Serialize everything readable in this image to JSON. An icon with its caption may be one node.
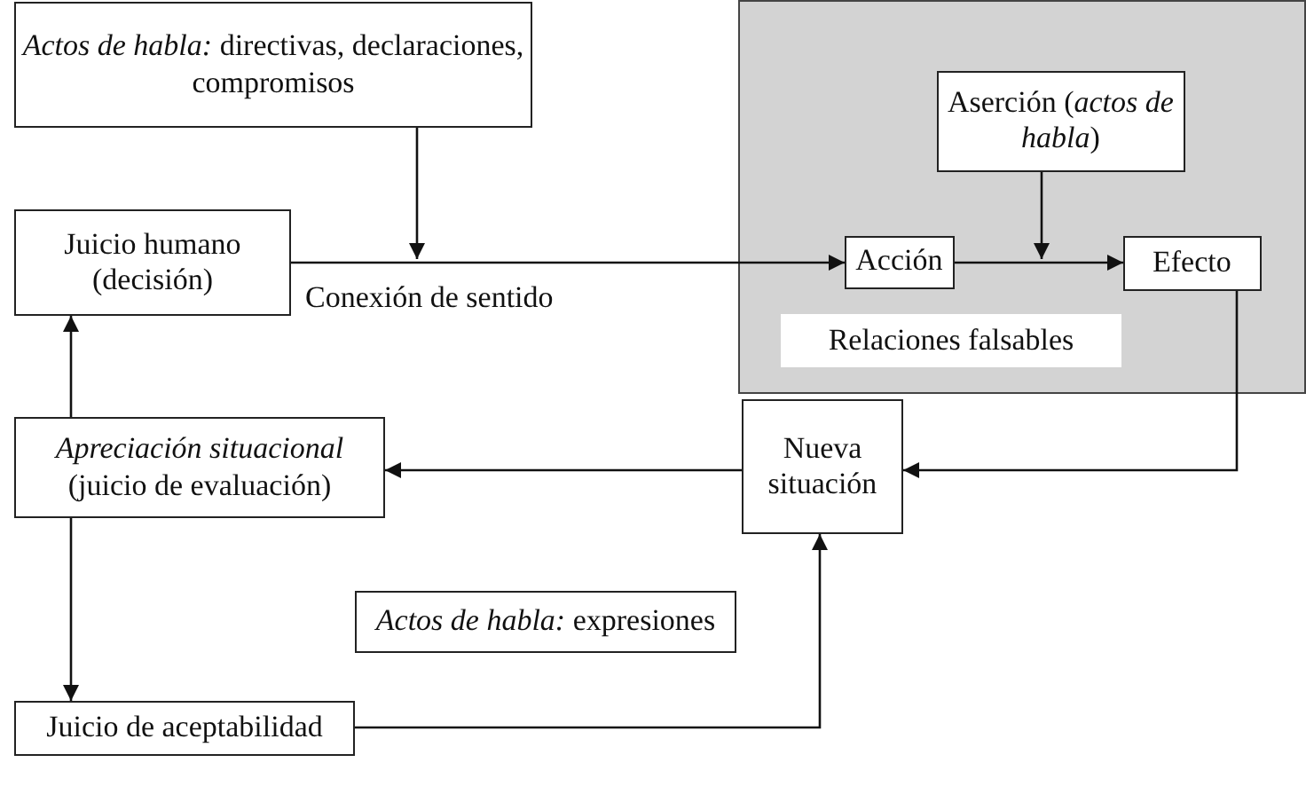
{
  "diagram": {
    "nodes": [
      {
        "text": [
          "*Actos de habla:* directivas, declaraciones, compromisos"
        ]
      },
      {
        "text": [
          "Juicio humano (decisión)"
        ]
      },
      {
        "text": [
          "Relaciones falsables"
        ]
      },
      {
        "text": [
          "Aserción (*actos de habla*)"
        ],
        "in": 2
      },
      {
        "text": [
          "Acción"
        ],
        "in": 2
      },
      {
        "text": [
          "Efecto"
        ],
        "in": 2
      },
      {
        "text": [
          "*Apreciación situacional* (juicio de evaluación)"
        ]
      },
      {
        "text": [
          "Nueva situación"
        ]
      },
      {
        "text": [
          "*Actos de habla:* expresiones"
        ]
      },
      {
        "text": [
          "Juicio de aceptabilidad"
        ]
      }
    ],
    "edges": [
      {
        "from": 0,
        "to": null,
        "arrow": "to"
      },
      {
        "from": 1,
        "to": 4,
        "arrow": "to",
        "label": "Conexión de sentido"
      },
      {
        "from": 4,
        "to": 5,
        "arrow": "to"
      },
      {
        "from": 3,
        "to": null,
        "arrow": "to"
      },
      {
        "from": 5,
        "to": 7,
        "arrow": "to"
      },
      {
        "from": 7,
        "to": 6,
        "arrow": "to"
      },
      {
        "from": 6,
        "to": 1,
        "arrow": "to"
      },
      {
        "from": 6,
        "to": 9,
        "arrow": "to"
      },
      {
        "from": 9,
        "to": 7,
        "arrow": "to"
      }
    ]
  }
}
